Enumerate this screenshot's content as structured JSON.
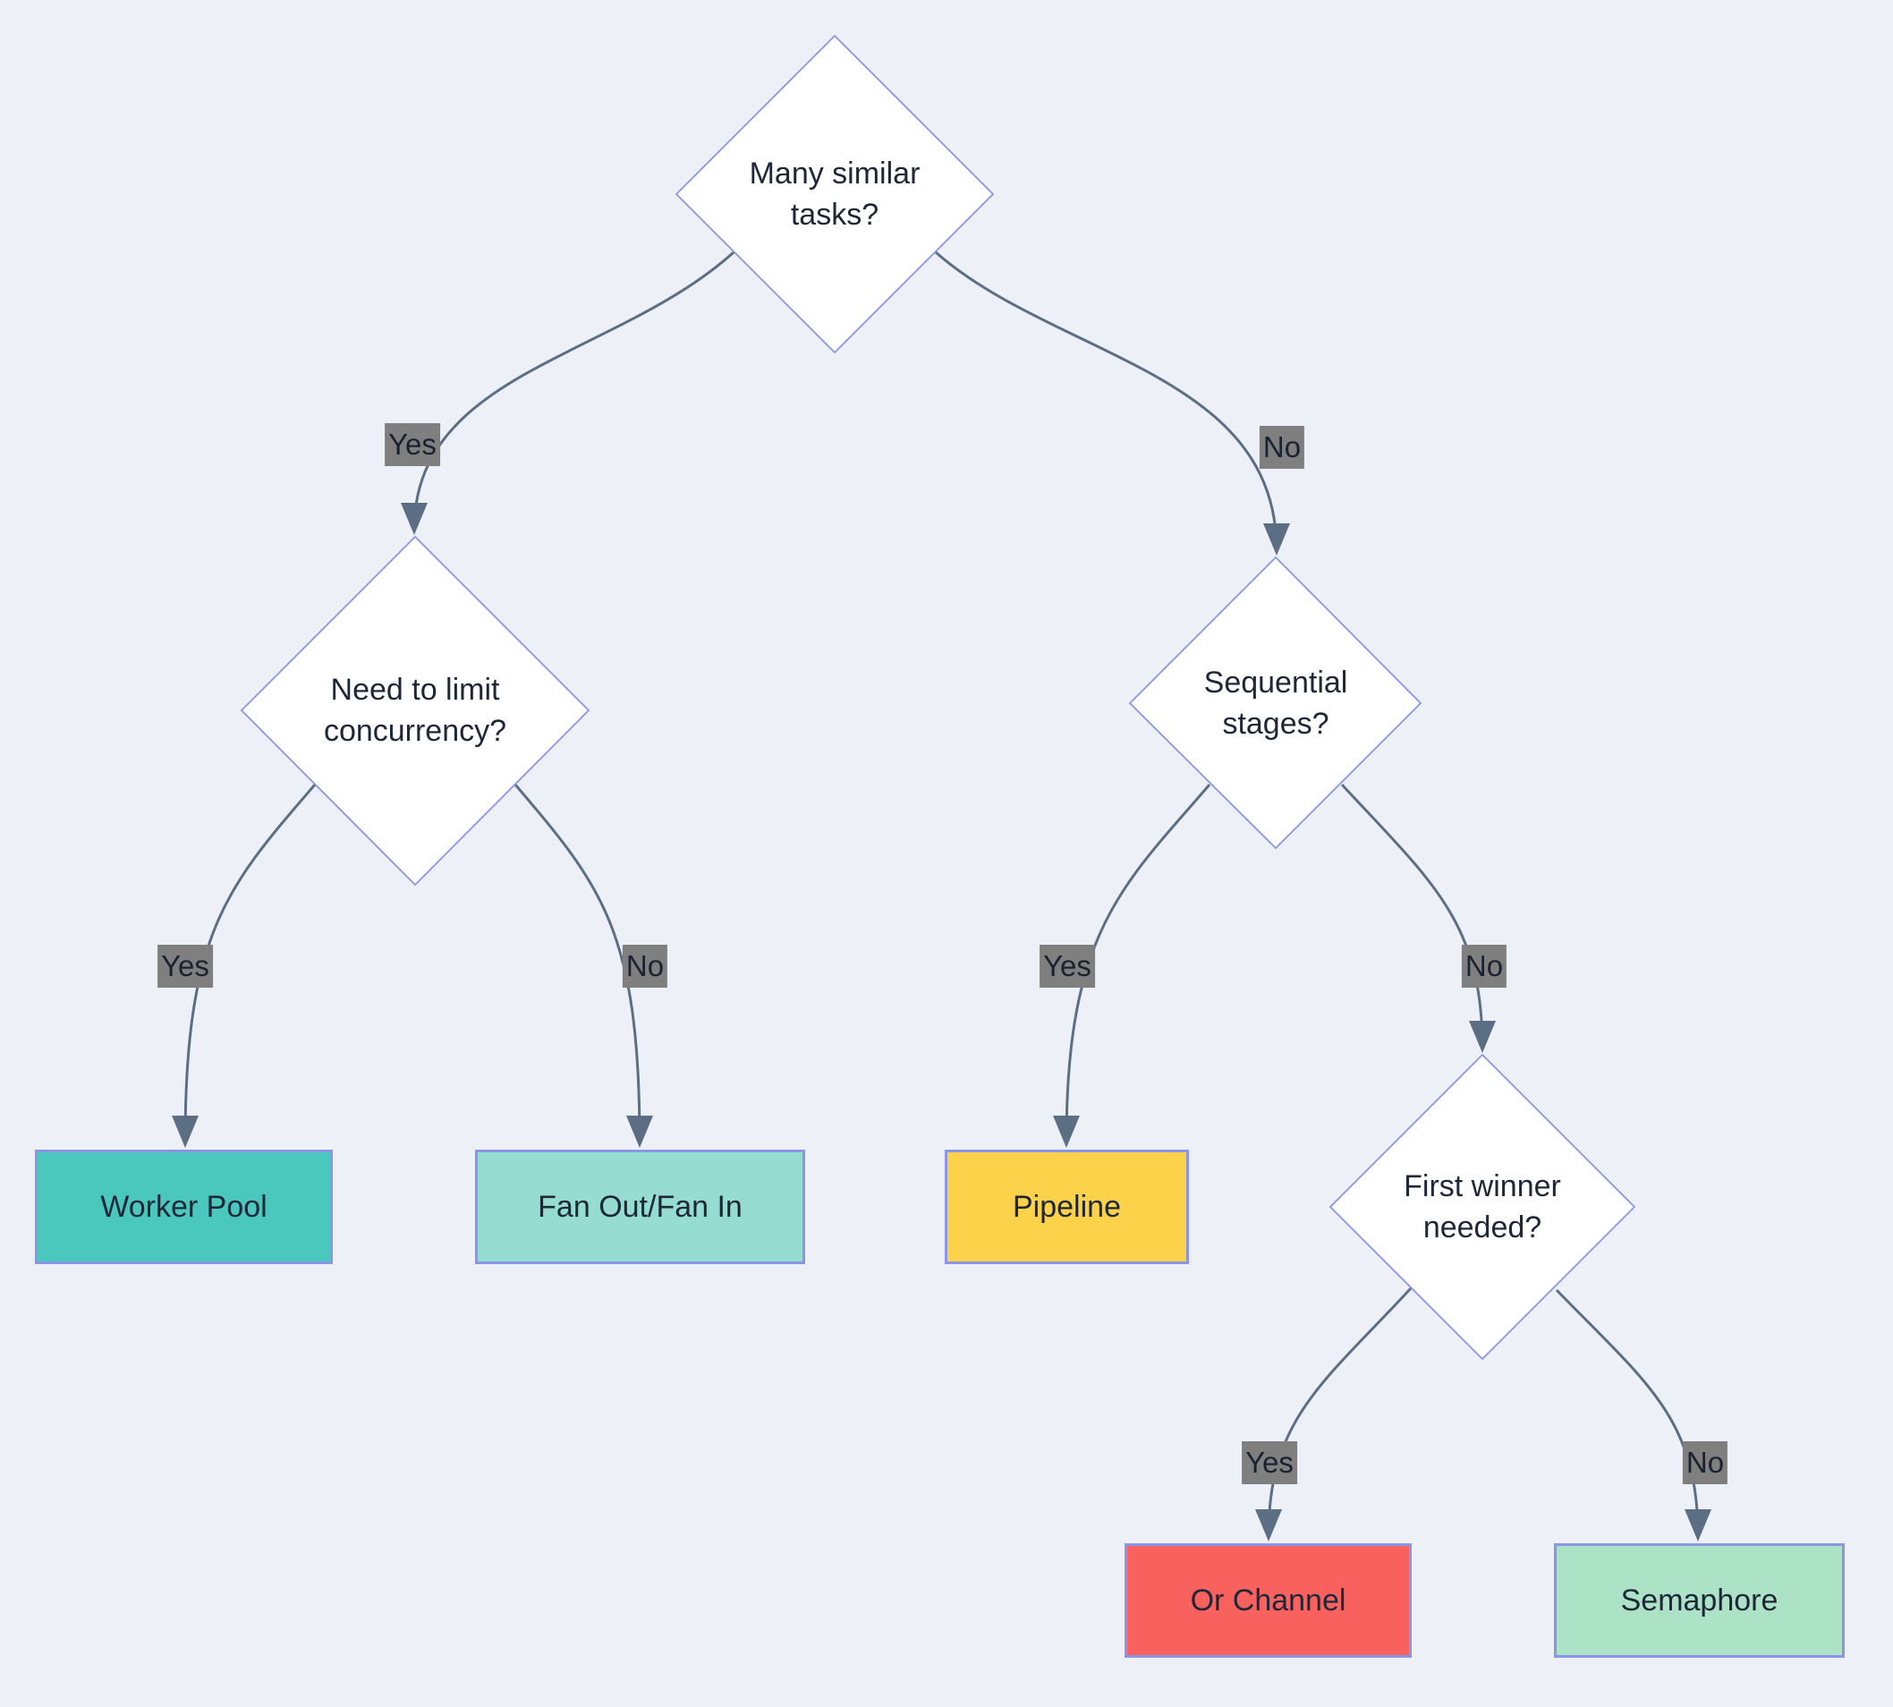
{
  "diagram": {
    "type": "flowchart-decision-tree",
    "background_color": "#edf1f7",
    "colors": {
      "diamond_fill": "#ffffff",
      "node_border": "#8b95e8",
      "edge_line": "#5c6e84",
      "edge_label_background": "#7f7f7f",
      "edge_label_text": "#1a2230",
      "node_text": "#1e2738"
    },
    "decisions": [
      {
        "label": "Many similar tasks?"
      },
      {
        "label": "Need to limit concurrency?"
      },
      {
        "label": "Sequential stages?"
      },
      {
        "label": "First winner needed?"
      }
    ],
    "outcomes": [
      {
        "label": "Worker Pool",
        "fill": "#4ac8be"
      },
      {
        "label": "Fan Out/Fan In",
        "fill": "#96dcd0"
      },
      {
        "label": "Pipeline",
        "fill": "#fcd24b"
      },
      {
        "label": "Or Channel",
        "fill": "#f9615e"
      },
      {
        "label": "Semaphore",
        "fill": "#ace2c6"
      }
    ],
    "edges": [
      {
        "from": "Many similar tasks?",
        "to": "Need to limit concurrency?",
        "label": "Yes"
      },
      {
        "from": "Many similar tasks?",
        "to": "Sequential stages?",
        "label": "No"
      },
      {
        "from": "Need to limit concurrency?",
        "to": "Worker Pool",
        "label": "Yes"
      },
      {
        "from": "Need to limit concurrency?",
        "to": "Fan Out/Fan In",
        "label": "No"
      },
      {
        "from": "Sequential stages?",
        "to": "Pipeline",
        "label": "Yes"
      },
      {
        "from": "Sequential stages?",
        "to": "First winner needed?",
        "label": "No"
      },
      {
        "from": "First winner needed?",
        "to": "Or Channel",
        "label": "Yes"
      },
      {
        "from": "First winner needed?",
        "to": "Semaphore",
        "label": "No"
      }
    ]
  }
}
